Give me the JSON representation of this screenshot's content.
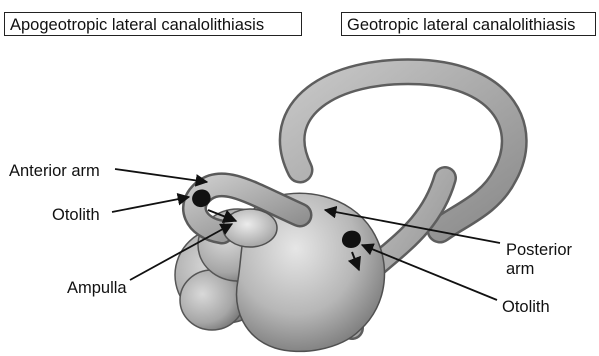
{
  "headers": {
    "left": "Apogeotropic lateral canalolithiasis",
    "right": "Geotropic lateral canalolithiasis"
  },
  "annotations": {
    "anterior_arm": "Anterior arm",
    "otolith_left": "Otolith",
    "ampulla": "Ampulla",
    "posterior_arm": "Posterior arm",
    "otolith_right": "Otolith"
  },
  "colors": {
    "canal_fill": "#a8a8a8",
    "canal_stroke": "#6a6a6a",
    "vestibule_fill": "#b5b5b5",
    "otolith": "#111111",
    "arrow": "#111111"
  }
}
